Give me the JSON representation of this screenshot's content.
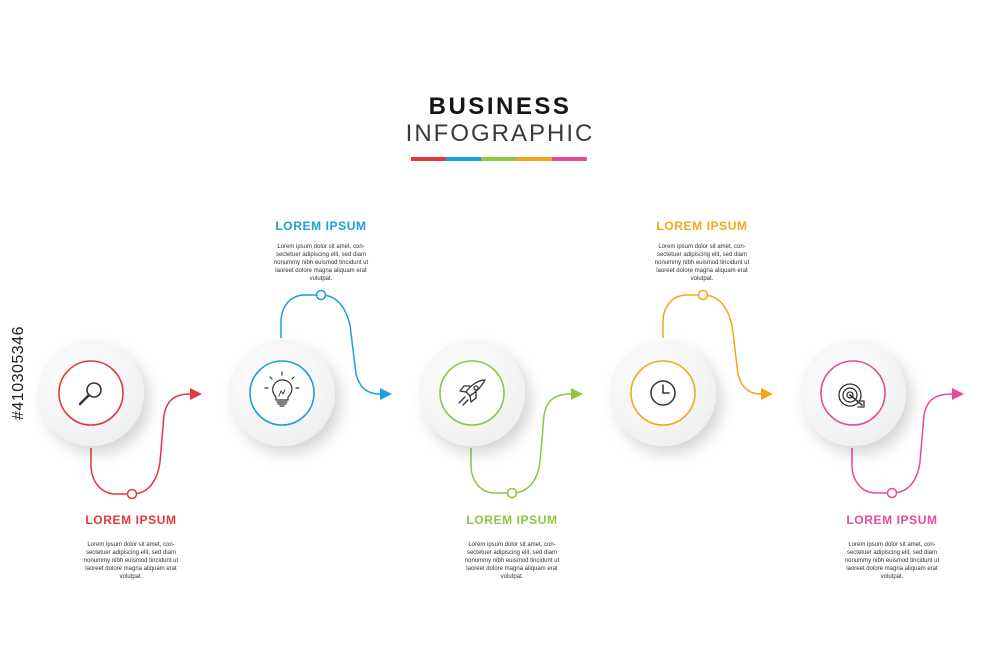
{
  "header": {
    "title": "BUSINESS",
    "subtitle": "INFOGRAPHIC",
    "bar_colors": [
      "#e03a3e",
      "#1ba0d9",
      "#8dc63f",
      "#f6a51b",
      "#e54c9a"
    ]
  },
  "steps": [
    {
      "heading": "LOREM IPSUM",
      "text": "Lorem ipsum dolor sit amet, con-sectetuer adipiscing elit, sed diam nonummy nibh euismod tincidunt ut laoreet dolore magna aliquam erat volutpat.",
      "color": "#e03a3e",
      "icon": "magnifier-icon"
    },
    {
      "heading": "LOREM IPSUM",
      "text": "Lorem ipsum dolor sit amet, con-sectetuer adipiscing elit, sed diam nonummy nibh euismod tincidunt ut laoreet dolore magna aliquam erat volutpat.",
      "color": "#1ba0d9",
      "icon": "lightbulb-icon"
    },
    {
      "heading": "LOREM IPSUM",
      "text": "Lorem ipsum dolor sit amet, con-sectetuer adipiscing elit, sed diam nonummy nibh euismod tincidunt ut laoreet dolore magna aliquam erat volutpat.",
      "color": "#8dc63f",
      "icon": "rocket-icon"
    },
    {
      "heading": "LOREM IPSUM",
      "text": "Lorem ipsum dolor sit amet, con-sectetuer adipiscing elit, sed diam nonummy nibh euismod tincidunt ut laoreet dolore magna aliquam erat volutpat.",
      "color": "#f6a51b",
      "icon": "clock-icon"
    },
    {
      "heading": "LOREM IPSUM",
      "text": "Lorem ipsum dolor sit amet, con-sectetuer adipiscing elit, sed diam nonummy nibh euismod tincidunt ut laoreet dolore magna aliquam erat volutpat.",
      "color": "#e54c9a",
      "icon": "target-icon"
    }
  ],
  "watermark": {
    "text": "#410305346"
  }
}
